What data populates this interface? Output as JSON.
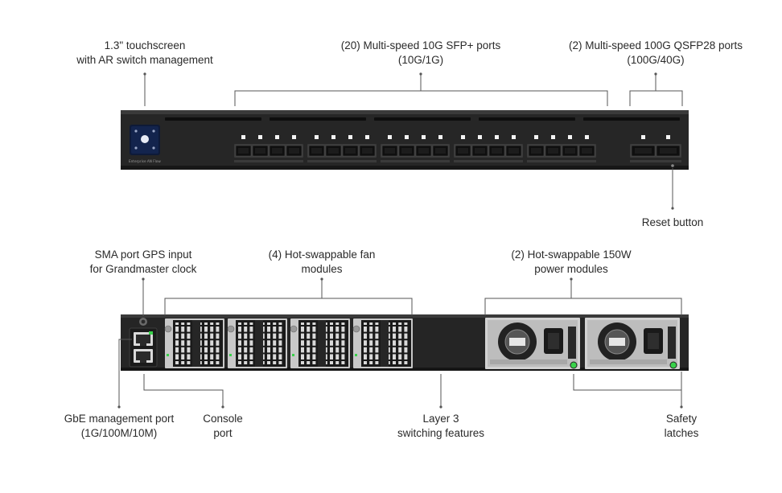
{
  "front": {
    "touchscreen": {
      "line1": "1.3\" touchscreen",
      "line2": "with AR switch management"
    },
    "sfp_ports": {
      "line1": "(20) Multi-speed 10G SFP+ ports",
      "line2": "(10G/1G)"
    },
    "qsfp_ports": {
      "line1": "(2) Multi-speed 100G QSFP28 ports",
      "line2": "(100G/40G)"
    },
    "reset": {
      "line1": "Reset button"
    },
    "brand": "Enterprise AN Flow"
  },
  "rear": {
    "sma": {
      "line1": "SMA port GPS input",
      "line2": "for Grandmaster clock"
    },
    "fans": {
      "line1": "(4) Hot-swappable fan",
      "line2": "modules"
    },
    "power": {
      "line1": "(2) Hot-swappable 150W",
      "line2": "power modules"
    },
    "gbe": {
      "line1": "GbE management port",
      "line2": "(1G/100M/10M)"
    },
    "console": {
      "line1": "Console",
      "line2": "port"
    },
    "layer3": {
      "line1": "Layer 3",
      "line2": "switching features"
    },
    "latches": {
      "line1": "Safety",
      "line2": "latches"
    }
  },
  "colors": {
    "chassis": "#1f1f1f",
    "callout": "#555555",
    "led_green": "#38d14a",
    "psu_silver": "#cfcfcf"
  }
}
